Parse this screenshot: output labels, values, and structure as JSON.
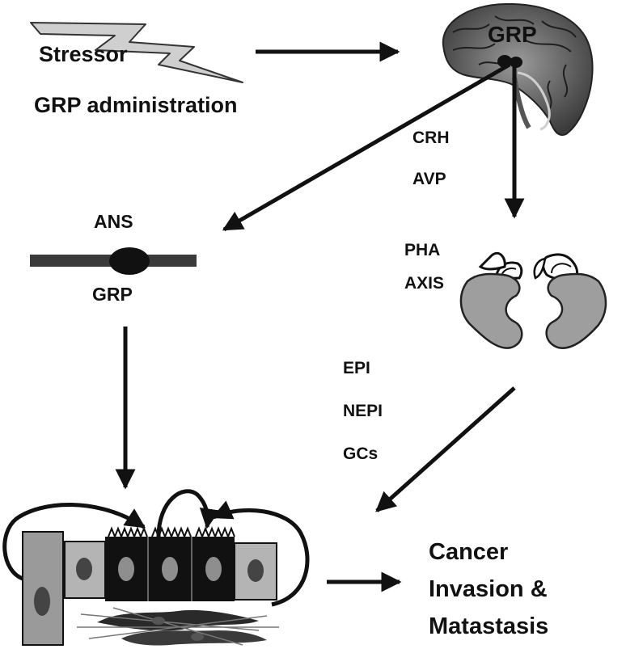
{
  "stress": {
    "stressor": "Stressor",
    "grp_administration": "GRP administration"
  },
  "brain": {
    "grp": "GRP"
  },
  "hypothalamus": {
    "crh": "CRH",
    "avp": "AVP"
  },
  "ans": {
    "ans": "ANS",
    "grp": "GRP"
  },
  "adrenal": {
    "pha": "PHA",
    "axis": "AXIS"
  },
  "hormones": {
    "epi": "EPI",
    "nepi": "NEPI",
    "gcs": "GCs"
  },
  "outcome": {
    "line1": "Cancer",
    "line2": "Invasion &",
    "line3": "Matastasis"
  }
}
